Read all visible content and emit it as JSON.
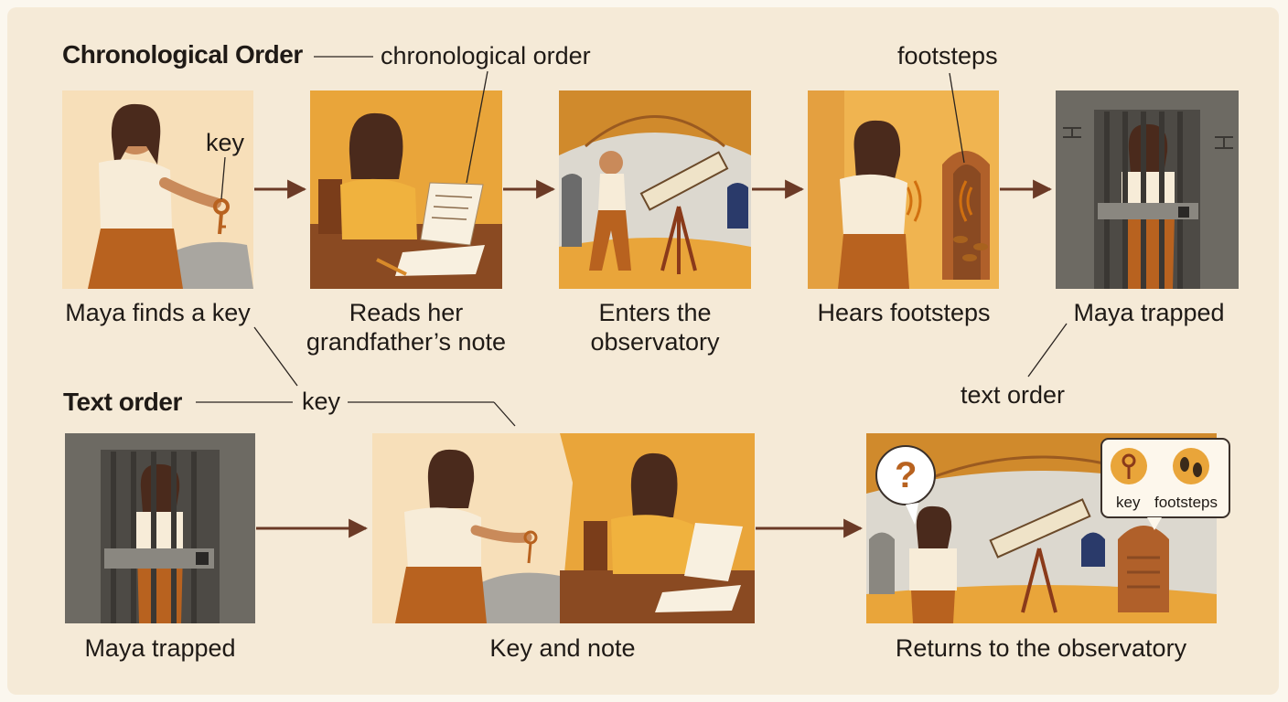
{
  "sections": {
    "chronological_heading": "Chronological Order",
    "text_heading": "Text order"
  },
  "annotations": {
    "chronological_order": "chronological order",
    "footsteps": "footsteps",
    "key_top": "key",
    "key_middle": "key",
    "text_order": "text order"
  },
  "chronological_panels": [
    {
      "caption": "Maya finds a key"
    },
    {
      "caption_line1": "Reads her",
      "caption_line2": "grandfather’s note"
    },
    {
      "caption_line1": "Enters the",
      "caption_line2": "observatory"
    },
    {
      "caption": "Hears footsteps"
    },
    {
      "caption": "Maya trapped"
    }
  ],
  "text_panels": [
    {
      "caption": "Maya trapped"
    },
    {
      "caption": "Key and note"
    },
    {
      "caption": "Returns to the observatory"
    }
  ],
  "badges": {
    "key_label": "key",
    "footsteps_label": "footsteps",
    "question_mark": "?"
  },
  "colors": {
    "background": "#f5ead7",
    "ochre": "#e9a53a",
    "rust": "#b8621f",
    "stone": "#6d6a63",
    "arrow": "#6b3a26"
  }
}
